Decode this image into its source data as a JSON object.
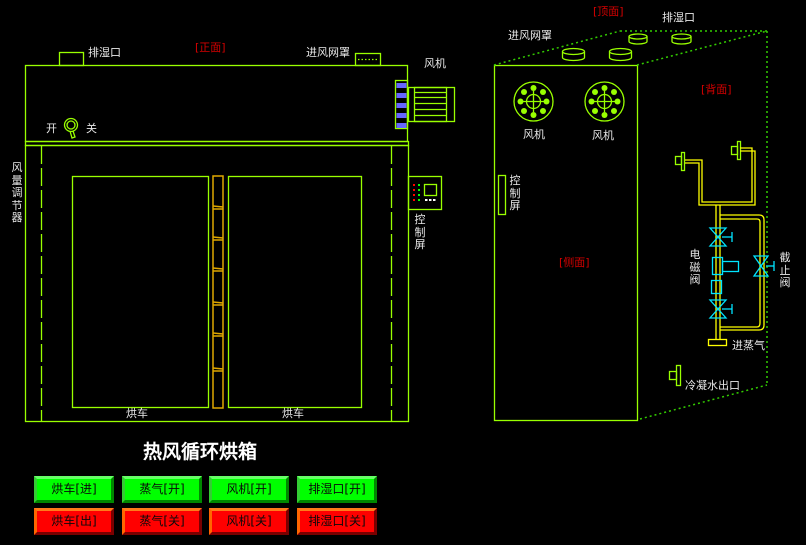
{
  "title": "热风循环烘箱",
  "views": {
    "front": "[正面]",
    "top": "[顶面]",
    "back": "[背面]",
    "side": "[侧面]"
  },
  "front_labels": {
    "exhaust": "排湿口",
    "air_inlet_cover": "进风网罩",
    "fan": "风机",
    "switch_on": "开",
    "switch_off": "关",
    "air_regulator": "风量调节器",
    "control_panel": "控制屏",
    "cart_left": "烘车",
    "cart_right": "烘车"
  },
  "side_labels": {
    "air_inlet_cover": "进风网罩",
    "exhaust": "排湿口",
    "fan_1": "风机",
    "fan_2": "风机",
    "control_panel": "控制屏",
    "solenoid_valve": "电磁阀",
    "stop_valve": "截止阀",
    "steam_inlet": "进蒸气",
    "condensate_outlet": "冷凝水出口"
  },
  "buttons": [
    {
      "label": "烘车[进]",
      "state": "on"
    },
    {
      "label": "蒸气[开]",
      "state": "on"
    },
    {
      "label": "风机[开]",
      "state": "on"
    },
    {
      "label": "排湿口[开]",
      "state": "on"
    },
    {
      "label": "烘车[出]",
      "state": "off"
    },
    {
      "label": "蒸气[关]",
      "state": "off"
    },
    {
      "label": "风机[关]",
      "state": "off"
    },
    {
      "label": "排湿口[关]",
      "state": "off"
    }
  ],
  "colors": {
    "line": "#99ff00",
    "pipe": "#ffff00",
    "valve": "#00e5ff",
    "door_frame": "#e0a800",
    "fan_vent": "#6666ff",
    "view_label": "#d40000",
    "button_on": "#00ff00",
    "button_off": "#ff0000"
  }
}
